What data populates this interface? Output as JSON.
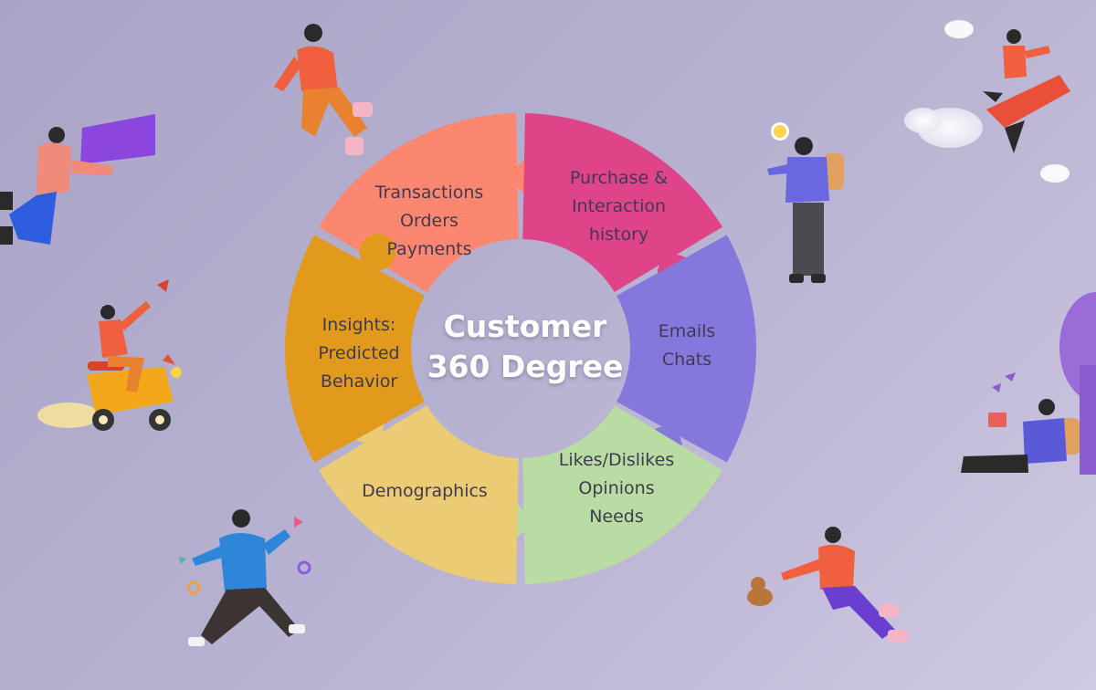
{
  "title": {
    "line1": "Customer",
    "line2": "360 Degree"
  },
  "segments": [
    {
      "name": "transactions",
      "color": "#fb8770",
      "lines": [
        "Transactions",
        "Orders",
        "Payments"
      ]
    },
    {
      "name": "purchase-history",
      "color": "#df4488",
      "lines": [
        "Purchase &",
        "Interaction",
        "history"
      ]
    },
    {
      "name": "emails-chats",
      "color": "#8478dd",
      "lines": [
        "Emails",
        "Chats"
      ]
    },
    {
      "name": "likes-dislikes",
      "color": "#b9dca2",
      "lines": [
        "Likes/Dislikes",
        "Opinions",
        "Needs"
      ]
    },
    {
      "name": "demographics",
      "color": "#ebcb73",
      "lines": [
        "Demographics"
      ]
    },
    {
      "name": "insights",
      "color": "#e19a1c",
      "lines": [
        "Insights:",
        "Predicted",
        "Behavior"
      ]
    }
  ]
}
